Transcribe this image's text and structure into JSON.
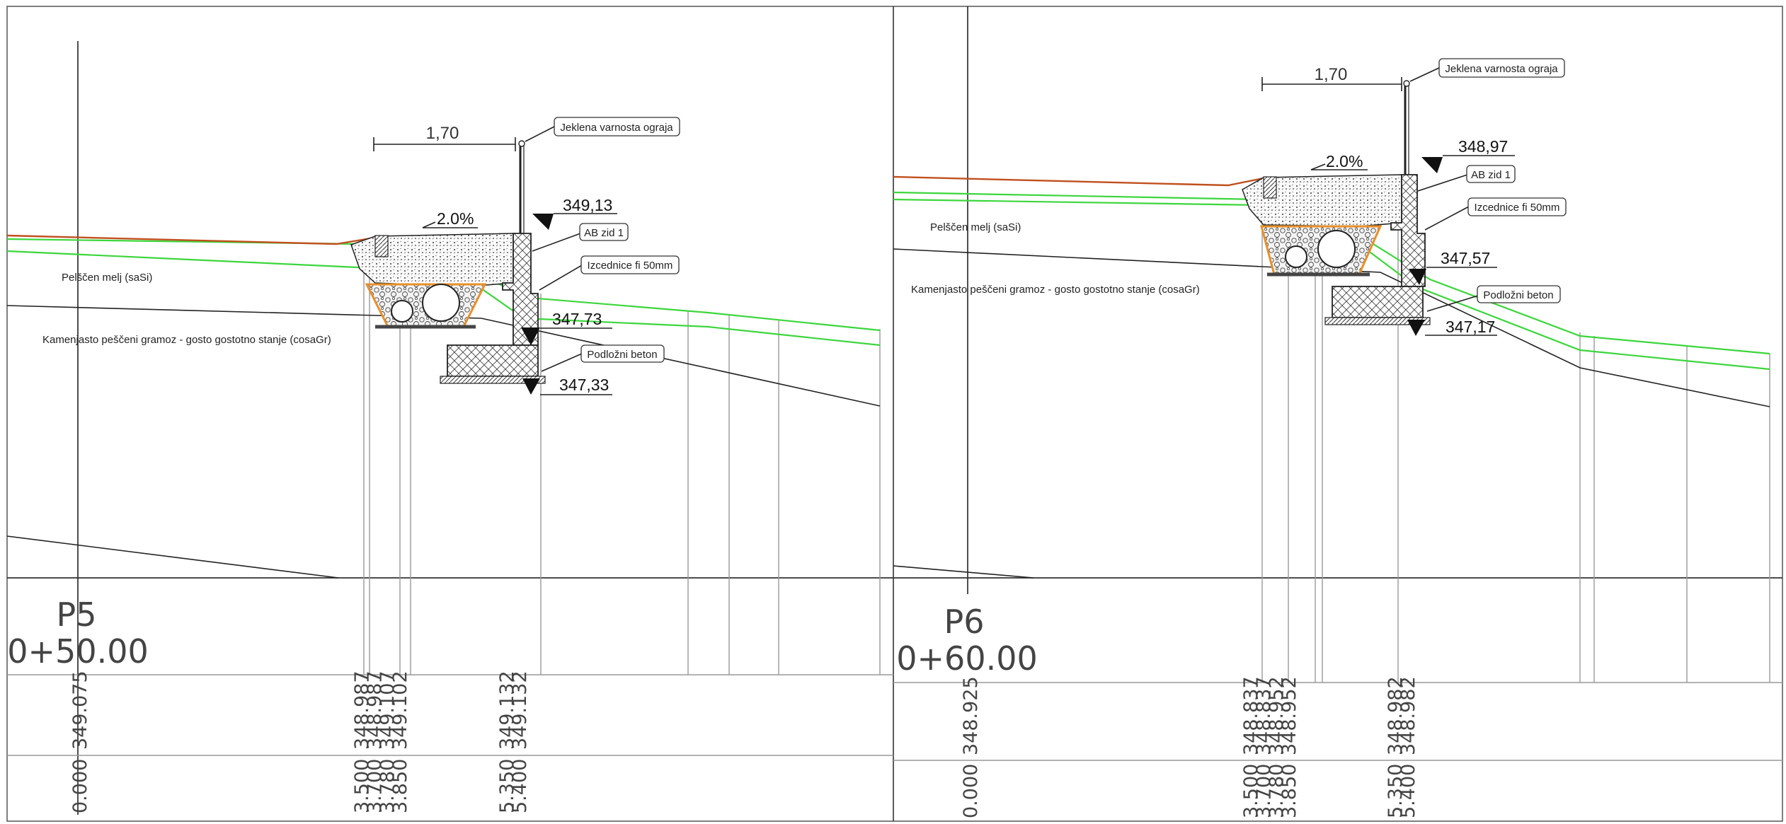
{
  "colors": {
    "terrain_green": "#3cd63c",
    "surface_red": "#c0501e",
    "gravel_orange": "#e8902a",
    "outline": "#222222",
    "grid": "#9a9a9a"
  },
  "panels": [
    {
      "profile": "P5",
      "station": "0+50.00",
      "dimension": "1,70",
      "slope": "2.0%",
      "soil_top": "Pelščen melj (saSi)",
      "soil_bottom": "Kamenjasto peščeni gramoz - gosto gostotno stanje (cosaGr)",
      "callouts": {
        "rail": "Jeklena varnosta ograja",
        "wall": "AB zid 1",
        "drains": "Izcednice fi 50mm",
        "footing": "Podložni beton"
      },
      "elevations": {
        "top": "349,13",
        "mid": "347,73",
        "bottom": "347,33"
      },
      "row1": [
        "349.075",
        "348.987",
        "348.987",
        "349.107",
        "349.102",
        "349.132",
        "349.132"
      ],
      "row2": [
        "0.000",
        "3.500",
        "3.700",
        "3.780",
        "3.850",
        "5.350",
        "5.400"
      ]
    },
    {
      "profile": "P6",
      "station": "0+60.00",
      "dimension": "1,70",
      "slope": "2.0%",
      "soil_top": "Pelščen melj (saSi)",
      "soil_bottom": "Kamenjasto peščeni gramoz - gosto gostotno stanje (cosaGr)",
      "callouts": {
        "rail": "Jeklena varnosta ograja",
        "wall": "AB zid 1",
        "drains": "Izcednice fi 50mm",
        "footing": "Podložni beton"
      },
      "elevations": {
        "top": "348,97",
        "mid": "347,57",
        "bottom": "347,17"
      },
      "row1": [
        "348.925",
        "348.837",
        "348.837",
        "348.952",
        "348.952",
        "348.982",
        "348.982"
      ],
      "row2": [
        "0.000",
        "3.500",
        "3.700",
        "3.780",
        "3.850",
        "5.350",
        "5.400"
      ]
    }
  ]
}
